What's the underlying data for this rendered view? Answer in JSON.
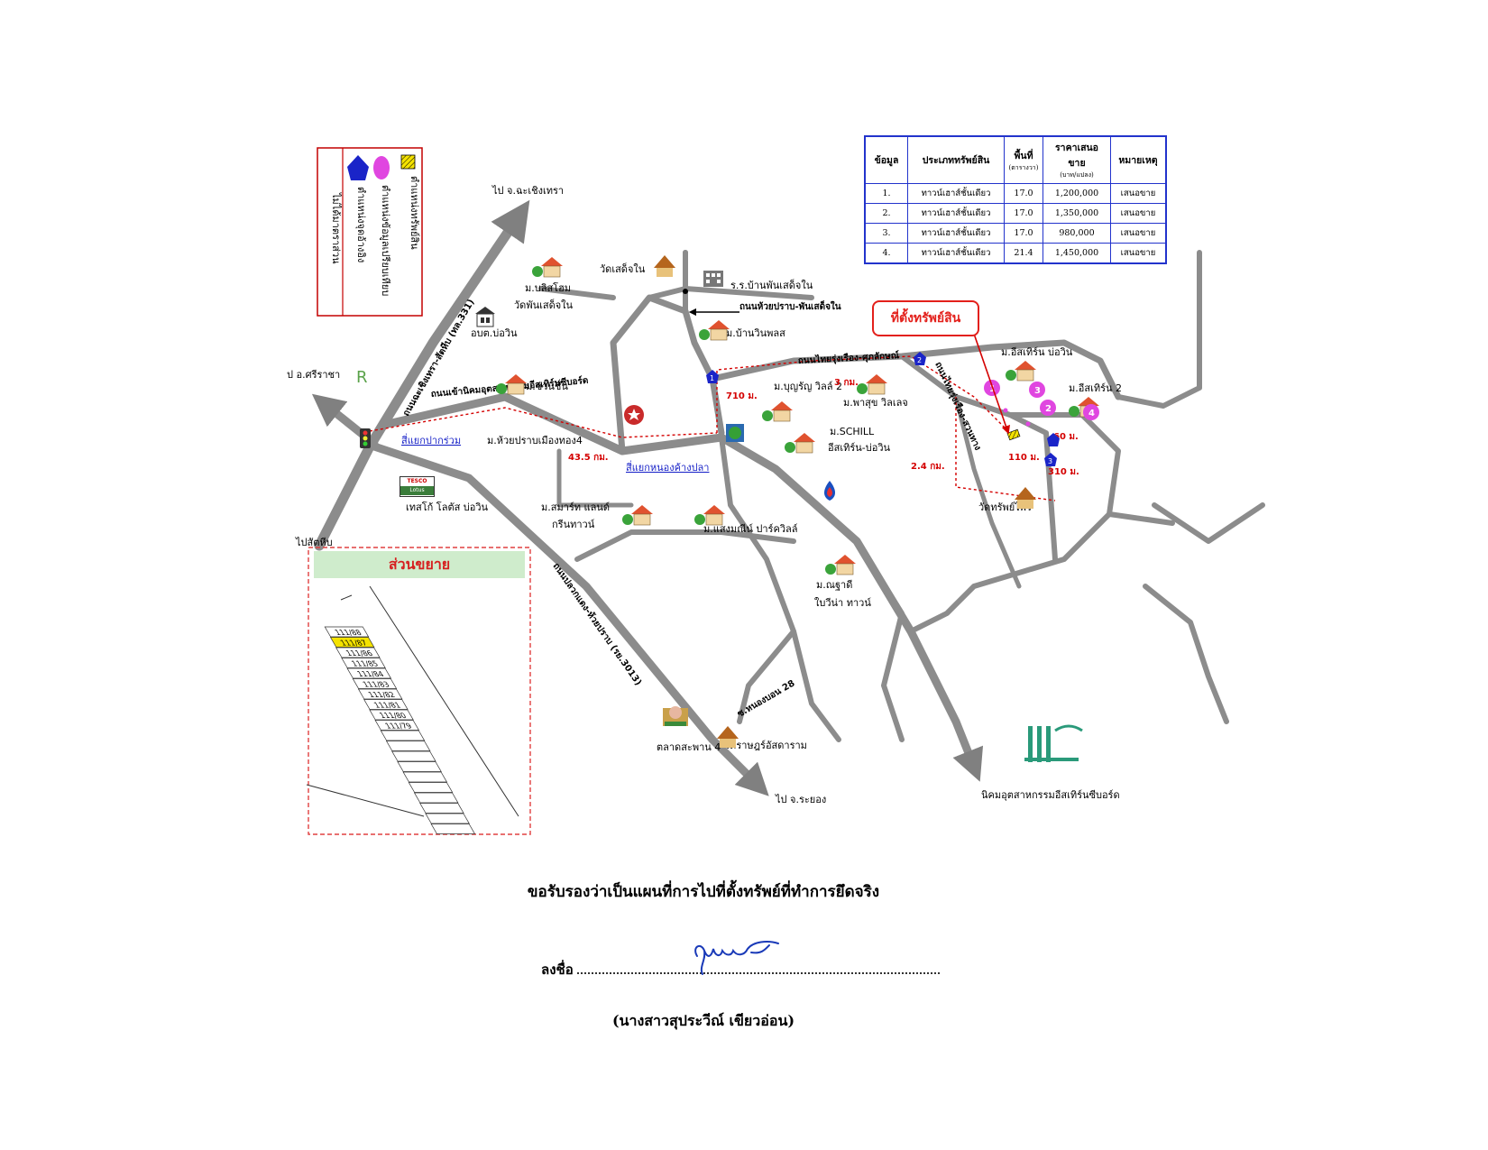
{
  "legend": {
    "items": [
      {
        "label": "ตำแหน่งทรัพย์สิน",
        "icon": "yellow-hatched-square-icon",
        "color": "#f4e200"
      },
      {
        "label": "ตำแหน่งข้อมูลเปรียบเทียบ",
        "icon": "magenta-circle-icon",
        "color": "#e046e0"
      },
      {
        "label": "ตำแหน่งจุดอ้างอิง",
        "icon": "blue-pentagon-icon",
        "color": "#1a24c8"
      }
    ],
    "note": "ไม่ได้มาตราส่วน"
  },
  "info_table": {
    "headers": [
      "ข้อมูล",
      "ประเภททรัพย์สิน",
      "พื้นที่",
      "ราคาเสนอขาย",
      "หมายเหตุ"
    ],
    "header_units": [
      "",
      "",
      "(ตารางวา)",
      "(บาท/แปลง)",
      ""
    ],
    "rows": [
      [
        "1.",
        "ทาวน์เฮาส์ชั้นเดียว",
        "17.0",
        "1,200,000",
        "เสนอขาย"
      ],
      [
        "2.",
        "ทาวน์เฮาส์ชั้นเดียว",
        "17.0",
        "1,350,000",
        "เสนอขาย"
      ],
      [
        "3.",
        "ทาวน์เฮาส์ชั้นเดียว",
        "17.0",
        "980,000",
        "เสนอขาย"
      ],
      [
        "4.",
        "ทาวน์เฮาส์ชั้นเดียว",
        "21.4",
        "1,450,000",
        "เสนอขาย"
      ]
    ]
  },
  "callout": "ที่ตั้งทรัพย์สิน",
  "places": {
    "to_chachoengsao": "ไป จ.ฉะเชิงเทรา",
    "to_sriracha": "ป อ.ศรีราชา",
    "to_sattahip": "ไปสัตหีบ",
    "to_rayong": "ไป จ.ระยอง",
    "village_bliss": "ม.บลิสโฮม",
    "wat_phan_setnai_1": "วัดพันเสด็จใน",
    "wat_setnai": "วัดเสด็จใน",
    "school": "ร.ร.บ้านพันเสด็จใน",
    "road_huai_prap": "ถนนห้วยปราบ-พันเสด็จใน",
    "village_winpols": "ม.บ้านวินพลส",
    "obt": "อบต.บ่อวิน",
    "village_chuanchuen": "ม.ชวนชื่น",
    "village_huaiprap": "ม.ห้วยปราบเมืองทอง4",
    "intersection_pakruam": "สี่แยกปากร่วม",
    "tesco_name": "เทสโก้ โลตัส บ่อวิน",
    "tesco_logo_top": "TESCO",
    "tesco_logo_bottom": "Lotus",
    "intersection_nongkhangpla": "สี่แยกหนองค้างปลา",
    "village_smart": "ม.สมาร์ท แลนด์",
    "village_smart_2": "กรีนทาวน์",
    "village_saengmanee": "ม.แสงมณีน์ ปาร์ควิลล์",
    "village_boonyarin": "ม.บุญรัญ วิลล์ 2",
    "village_phasuk": "ม.พาสุข วิลเลจ",
    "village_schill": "ม.SCHILL",
    "village_schill_2": "อีสเทิร์น-บ่อวิน",
    "village_chanudee": "ม.ณฐาดี",
    "village_chanudee_2": "ใบวีน่า ทาวน์",
    "village_eastern_bowin": "ม.อีสเทิร์น บ่อวิน",
    "village_eastern_2": "ม.อีสเทิร์น 2",
    "wat_sappunrai": "วัดทรัพย์ไพร",
    "market": "ตลาดสะพาน 4",
    "wat_yannasangwararam": "วัดราษฎร์อัสดาราม",
    "estate": "นิคมอุตสาหกรรมอีสเทิร์นซีบอร์ด",
    "resort_logo": "R",
    "extension": "ส่วนขยาย",
    "road_sukhumvit_331": "ถนนฉะเชิงเทรา-สัตหีบ (ทล.331)",
    "road_estate": "ถนนเข้านิคมอุตสาหกรรมอีสเทิร์นซีบอร์ด",
    "road_pluakdaeng": "ถนนปลวกแดง-ห้วยปราบ (รย.3013)",
    "road_thairung": "ถนนไทยรุ่งเรือง-ศุภลักษณ์",
    "road_thairung_2": "ถนนไทยรุ่งเรือง-สวนทาง",
    "road_soi_28": "ซ.หนองบอน 28"
  },
  "distances": [
    "43.5 กม.",
    "710 ม.",
    "3 กม.",
    "2.4 กม.",
    "110 ม.",
    "60 ม.",
    "310 ม."
  ],
  "reference_points": [
    "1",
    "2",
    "3"
  ],
  "comparables": [
    "1",
    "2",
    "3",
    "4"
  ],
  "plots": [
    "111/88",
    "111/87",
    "111/86",
    "111/85",
    "111/84",
    "111/83",
    "111/82",
    "111/81",
    "111/80",
    "111/79"
  ],
  "certification": {
    "statement": "ขอรับรองว่าเป็นแผนที่การไปที่ตั้งทรัพย์ที่ทำการยึดจริง",
    "sign_label": "ลงชื่อ",
    "signer": "(นางสาวสุประวีณ์ เขียวอ่อน)"
  }
}
